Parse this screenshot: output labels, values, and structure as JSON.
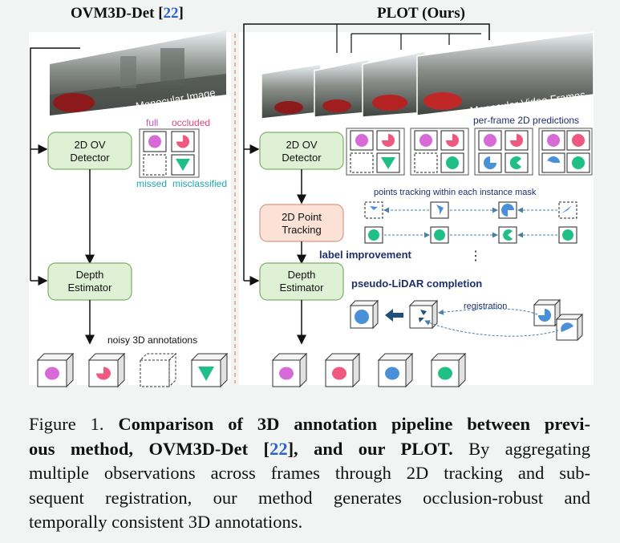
{
  "left_panel": {
    "title_prefix": "OVM3D-Det [",
    "title_ref": "22",
    "title_suffix": "]",
    "image_label": "Monocular Image",
    "detector_line1": "2D OV",
    "detector_line2": "Detector",
    "estimator_line1": "Depth",
    "estimator_line2": "Estimator",
    "legend_full": "full",
    "legend_occluded": "occluded",
    "legend_missed": "missed",
    "legend_misclassified": "misclassified",
    "noisy_label": "noisy 3D annotations"
  },
  "right_panel": {
    "title": "PLOT (Ours)",
    "video_label": "Monocular Video Frames",
    "detector_line1": "2D OV",
    "detector_line2": "Detector",
    "tracking_line1": "2D Point",
    "tracking_line2": "Tracking",
    "estimator_line1": "Depth",
    "estimator_line2": "Estimator",
    "per_frame_label": "per-frame 2D predictions",
    "tracking_label": "points tracking within each instance mask",
    "label_improvement": "label improvement",
    "ellipsis": "⋮",
    "pseudo_lidar": "pseudo-LiDAR completion",
    "registration": "registration"
  },
  "caption": {
    "line1_a": "Figure 1. ",
    "line1_b": "Comparison of 3D annotation pipeline between previ-",
    "line2_a": "ous method, OVM3D-Det [",
    "line2_ref": "22",
    "line2_b": "], and our PLOT.",
    "line2_c": " By aggregating",
    "line3": "multiple observations across frames through 2D tracking and sub-",
    "line4": "sequent registration, our method generates occlusion-robust and",
    "line5": "temporally consistent 3D annotations."
  },
  "colors": {
    "green_box": "#dff1d4",
    "green_border": "#7fae6a",
    "peach_box": "#fbe1d6",
    "peach_border": "#d59a85",
    "magenta": "#d66ad6",
    "pink": "#f0587f",
    "blue": "#4a90d9",
    "teal": "#1fbf86",
    "dashed_divider": "#e8a07a",
    "label_navy": "#1f2f6b",
    "legend_pink": "#e0457b",
    "legend_teal": "#1fa7b0"
  }
}
